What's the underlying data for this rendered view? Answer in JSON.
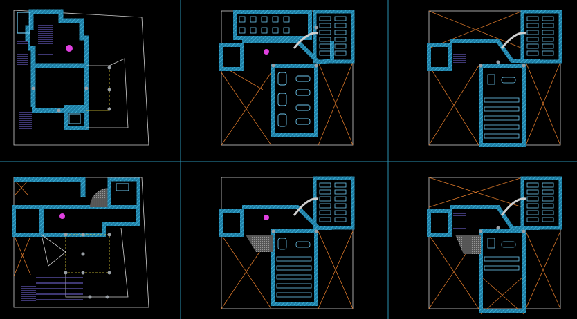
{
  "drawing": {
    "background": "#000000",
    "colors": {
      "grid_line": "#2a8fb0",
      "wall": "#1f7fa6",
      "wall_hatch": "#3fb6d8",
      "outline": "#cfcfcf",
      "cross": "#d9772a",
      "furniture": "#6ec9f0",
      "stair": "#7b6ee6",
      "accent_magenta": "#e040e0",
      "accent_yellow": "#e6d33a",
      "column": "#9aa0a6"
    },
    "sheets": [
      {
        "id": "plan-1",
        "label": ""
      },
      {
        "id": "plan-2",
        "label": ""
      },
      {
        "id": "plan-3",
        "label": ""
      },
      {
        "id": "plan-4",
        "label": ""
      },
      {
        "id": "plan-5",
        "label": ""
      },
      {
        "id": "plan-6",
        "label": ""
      }
    ]
  }
}
